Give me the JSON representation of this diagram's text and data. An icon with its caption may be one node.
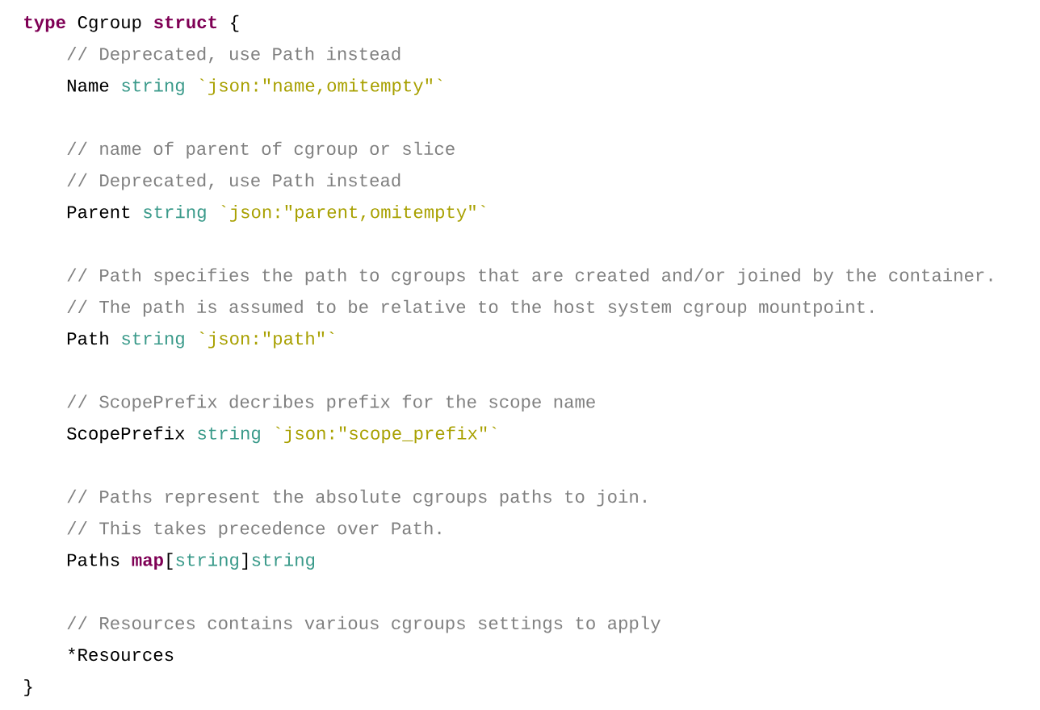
{
  "diagram": {
    "labels": [
      "type",
      "Cgroup",
      "struct",
      "{",
      "// Deprecated, use Path instead",
      "Name",
      "string",
      "`json:\"name,omitempty\"`",
      "// name of parent of cgroup or slice",
      "// Deprecated, use Path instead",
      "Parent",
      "string",
      "`json:\"parent,omitempty\"`",
      "// Path specifies the path to cgroups that are created and/or joined by the container.",
      "// The path is assumed to be relative to the host system cgroup mountpoint.",
      "Path",
      "string",
      "`json:\"path\"`",
      "// ScopePrefix decribes prefix for the scope name",
      "ScopePrefix",
      "string",
      "`json:\"scope_prefix\"`",
      "// Paths represent the absolute cgroups paths to join.",
      "// This takes precedence over Path.",
      "Paths",
      "map",
      "[",
      "string",
      "]",
      "string",
      "// Resources contains various cgroups settings to apply",
      "*Resources",
      "}"
    ]
  }
}
